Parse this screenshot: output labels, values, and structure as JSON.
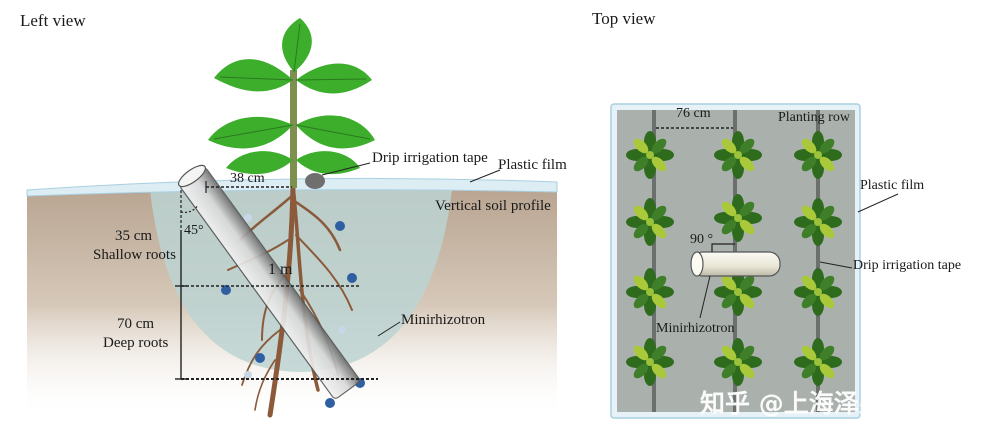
{
  "left_view": {
    "title": "Left view",
    "labels": {
      "drip_irrigation_tape": "Drip irrigation tape",
      "plastic_film": "Plastic film",
      "vertical_soil_profile": "Vertical soil profile",
      "distance": "38 cm",
      "angle": "45°",
      "tube_length": "1 m",
      "shallow_depth": "35 cm",
      "shallow_name": "Shallow roots",
      "deep_depth": "70 cm",
      "deep_name": "Deep roots",
      "minirhizotron": "Minirhizotron"
    }
  },
  "top_view": {
    "title": "Top view",
    "labels": {
      "row_spacing": "76 cm",
      "planting_row": "Planting row",
      "plastic_film": "Plastic film",
      "angle": "90 °",
      "drip_irrigation_tape": "Drip irrigation tape",
      "minirhizotron": "Minirhizotron"
    }
  },
  "watermark": "知乎 @上海泽泉科技",
  "colors": {
    "soil": "#c9b8a6",
    "soil_zone": "#b8cfcf",
    "film": "#cde4ee",
    "leaf": "#3cae2c",
    "root": "#8a5a3a",
    "water_drop": "#2f5fa0",
    "top_ground": "#aab1ad"
  }
}
